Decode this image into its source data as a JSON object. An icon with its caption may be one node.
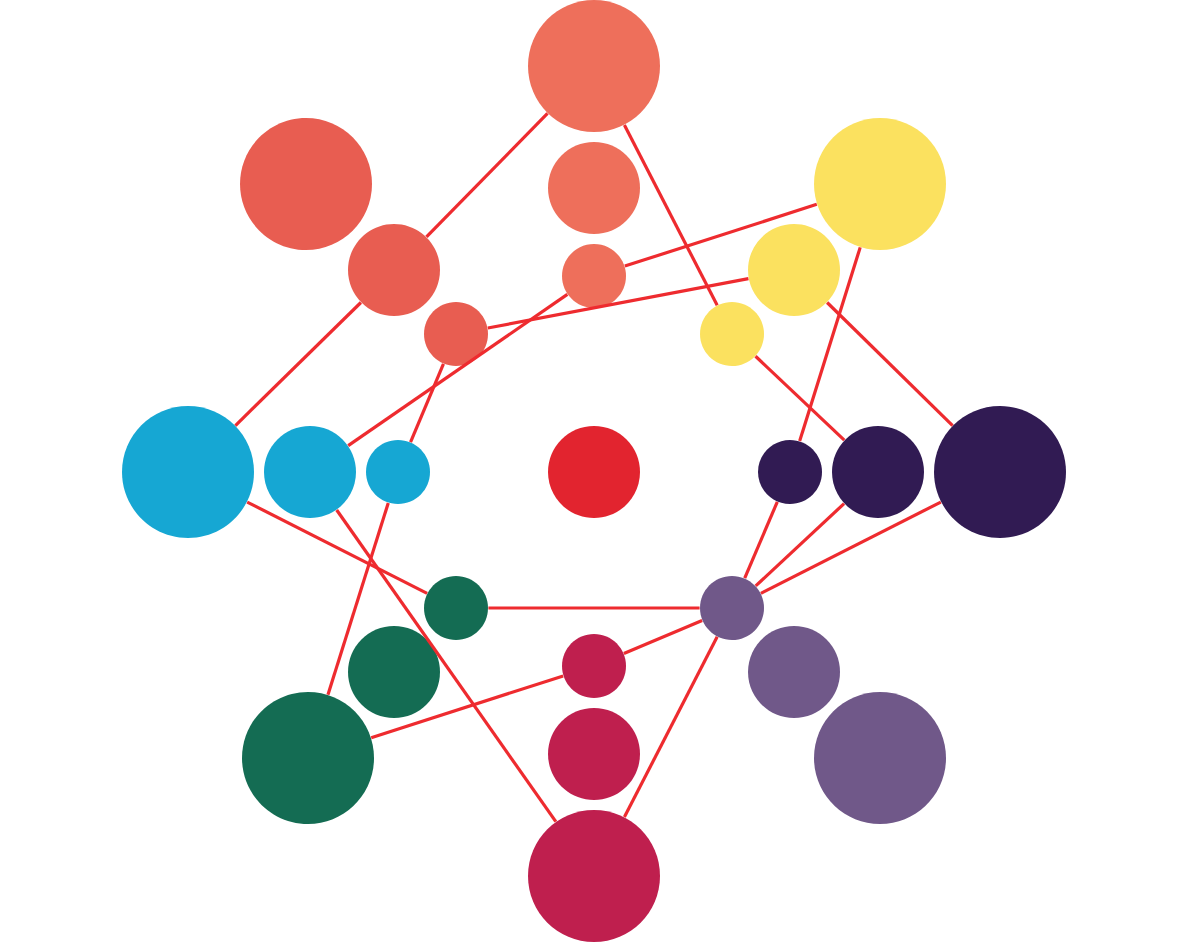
{
  "diagram": {
    "nodes": [
      {
        "text": [],
        "shape": "circle"
      },
      {
        "text": [],
        "shape": "circle"
      },
      {
        "text": [],
        "shape": "circle"
      },
      {
        "text": [],
        "shape": "circle"
      },
      {
        "text": [],
        "shape": "circle"
      },
      {
        "text": [],
        "shape": "circle"
      },
      {
        "text": [],
        "shape": "circle"
      },
      {
        "text": [],
        "shape": "circle"
      },
      {
        "text": [],
        "shape": "circle"
      },
      {
        "text": [],
        "shape": "circle"
      },
      {
        "text": [],
        "shape": "circle"
      },
      {
        "text": [],
        "shape": "circle"
      },
      {
        "text": [],
        "shape": "circle"
      },
      {
        "text": [],
        "shape": "circle"
      },
      {
        "text": [],
        "shape": "circle"
      },
      {
        "text": [],
        "shape": "circle"
      },
      {
        "text": [],
        "shape": "circle"
      },
      {
        "text": [],
        "shape": "circle"
      },
      {
        "text": [],
        "shape": "circle"
      },
      {
        "text": [],
        "shape": "circle"
      },
      {
        "text": [],
        "shape": "circle"
      },
      {
        "text": [],
        "shape": "circle"
      },
      {
        "text": [],
        "shape": "circle"
      },
      {
        "text": [],
        "shape": "circle"
      },
      {
        "text": [],
        "shape": "circle"
      }
    ],
    "edges": [
      {
        "from": 0,
        "to": 4,
        "arrow": "none"
      },
      {
        "from": 0,
        "to": 8,
        "arrow": "none"
      },
      {
        "from": 3,
        "to": 5,
        "arrow": "none"
      },
      {
        "from": 6,
        "to": 7,
        "arrow": "none"
      },
      {
        "from": 5,
        "to": 10,
        "arrow": "none"
      },
      {
        "from": 7,
        "to": 11,
        "arrow": "none"
      },
      {
        "from": 4,
        "to": 9,
        "arrow": "none"
      },
      {
        "from": 6,
        "to": 15,
        "arrow": "none"
      },
      {
        "from": 3,
        "to": 13,
        "arrow": "none"
      },
      {
        "from": 8,
        "to": 14,
        "arrow": "none"
      },
      {
        "from": 9,
        "to": 16,
        "arrow": "none"
      },
      {
        "from": 10,
        "to": 24,
        "arrow": "none"
      },
      {
        "from": 11,
        "to": 21,
        "arrow": "none"
      },
      {
        "from": 16,
        "to": 17,
        "arrow": "none"
      },
      {
        "from": 21,
        "to": 18,
        "arrow": "none"
      },
      {
        "from": 18,
        "to": 17,
        "arrow": "none"
      },
      {
        "from": 17,
        "to": 13,
        "arrow": "none"
      },
      {
        "from": 17,
        "to": 14,
        "arrow": "none"
      },
      {
        "from": 17,
        "to": 15,
        "arrow": "none"
      },
      {
        "from": 17,
        "to": 24,
        "arrow": "none"
      }
    ]
  }
}
